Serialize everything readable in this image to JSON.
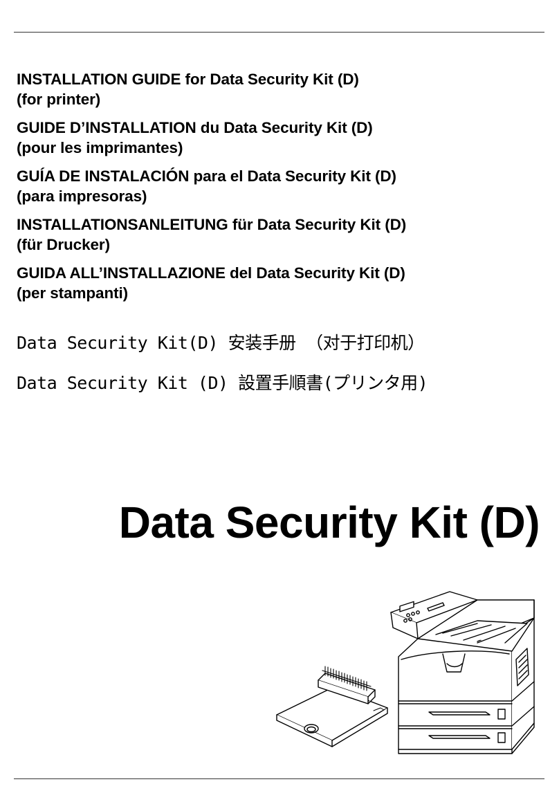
{
  "document": {
    "guides": [
      {
        "line1": "INSTALLATION GUIDE for Data Security Kit (D)",
        "line2": "(for printer)"
      },
      {
        "line1": "GUIDE D’INSTALLATION du Data Security Kit (D)",
        "line2": "(pour les imprimantes)"
      },
      {
        "line1": "GUÍA DE INSTALACIÓN para el Data Security Kit (D)",
        "line2": "(para impresoras)"
      },
      {
        "line1": "INSTALLATIONSANLEITUNG für Data Security Kit (D)",
        "line2": "(für Drucker)"
      },
      {
        "line1": "GUIDA ALL’INSTALLAZIONE del Data Security Kit (D)",
        "line2": "(per stampanti)"
      }
    ],
    "chinese_title": "Data Security Kit(D) 安装手册 （对于打印机）",
    "japanese_title": "Data Security Kit (D) 設置手順書(プリンタ用)",
    "product_title": "Data Security Kit (D)",
    "illustration": {
      "icons": [
        "security-kit-board-icon",
        "printer-icon"
      ]
    }
  }
}
